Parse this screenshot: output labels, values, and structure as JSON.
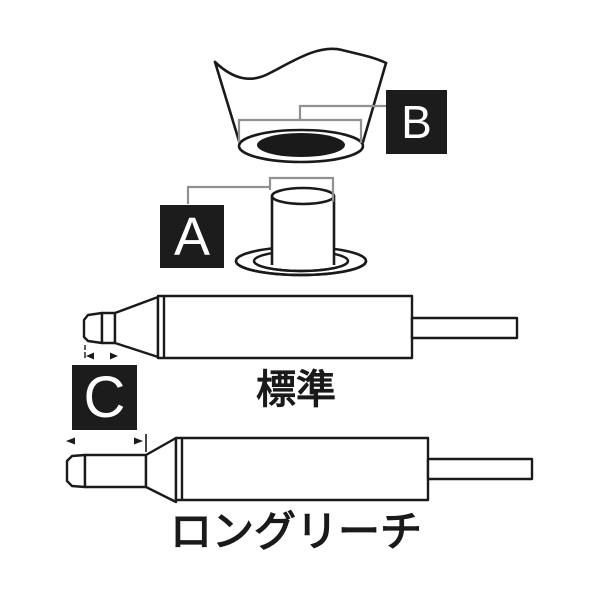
{
  "diagram": {
    "callout_labels": {
      "a": "A",
      "b": "B",
      "c": "C"
    },
    "captions": {
      "standard": "標準",
      "long_reach": "ロングリーチ"
    },
    "colors": {
      "outline": "#1a1a1a",
      "callout_line": "#919191",
      "label_background": "#1c1c1c",
      "label_text": "#ffffff",
      "background": "#ffffff",
      "opening_fill": "#1a1a1a"
    }
  }
}
